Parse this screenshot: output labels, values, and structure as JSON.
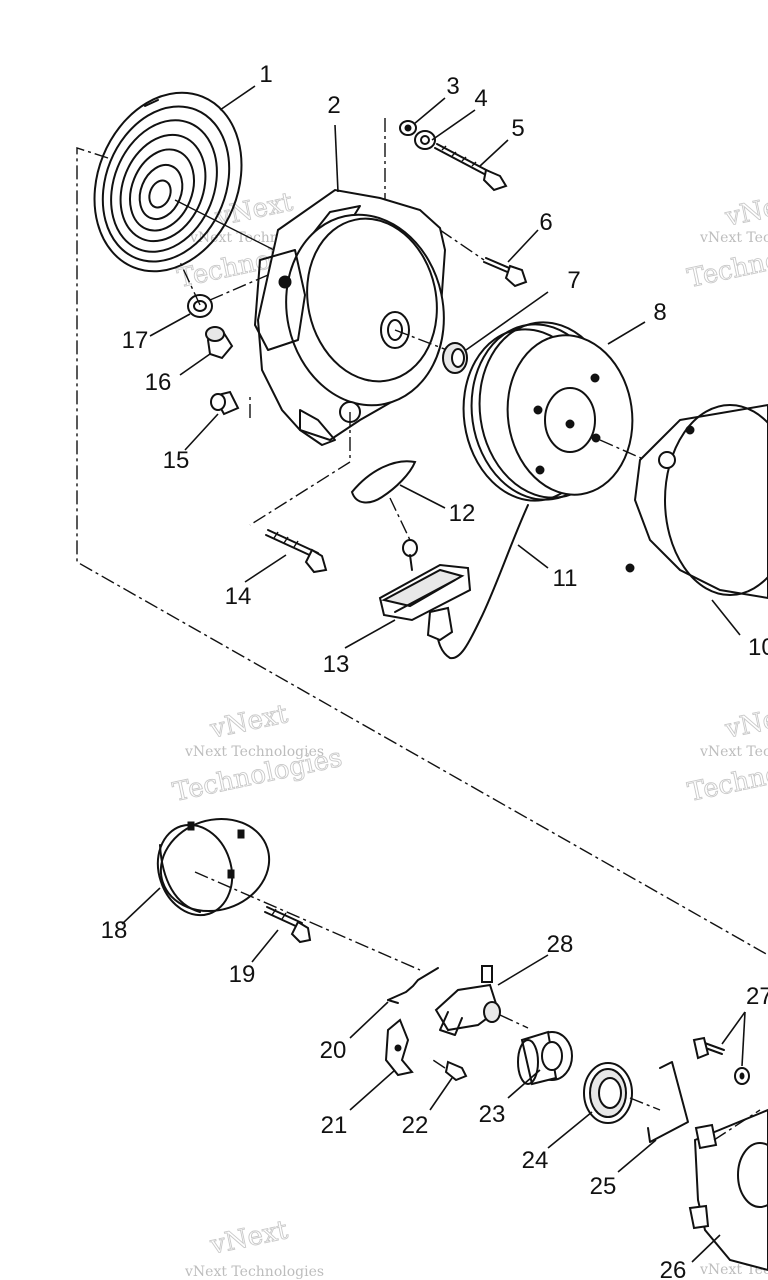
{
  "diagram": {
    "callouts": [
      {
        "id": 1,
        "label": "1"
      },
      {
        "id": 2,
        "label": "2"
      },
      {
        "id": 3,
        "label": "3"
      },
      {
        "id": 4,
        "label": "4"
      },
      {
        "id": 5,
        "label": "5"
      },
      {
        "id": 6,
        "label": "6"
      },
      {
        "id": 7,
        "label": "7"
      },
      {
        "id": 8,
        "label": "8"
      },
      {
        "id": 10,
        "label": "10"
      },
      {
        "id": 11,
        "label": "11"
      },
      {
        "id": 12,
        "label": "12"
      },
      {
        "id": 13,
        "label": "13"
      },
      {
        "id": 14,
        "label": "14"
      },
      {
        "id": 15,
        "label": "15"
      },
      {
        "id": 16,
        "label": "16"
      },
      {
        "id": 17,
        "label": "17"
      },
      {
        "id": 18,
        "label": "18"
      },
      {
        "id": 19,
        "label": "19"
      },
      {
        "id": 20,
        "label": "20"
      },
      {
        "id": 21,
        "label": "21"
      },
      {
        "id": 22,
        "label": "22"
      },
      {
        "id": 23,
        "label": "23"
      },
      {
        "id": 24,
        "label": "24"
      },
      {
        "id": 25,
        "label": "25"
      },
      {
        "id": 26,
        "label": "26"
      },
      {
        "id": 27,
        "label": "27"
      },
      {
        "id": 28,
        "label": "28"
      }
    ],
    "watermark": {
      "brand_small": "vNext Technologies",
      "brand_word1": "vNext",
      "brand_word2": "Technologies"
    }
  }
}
